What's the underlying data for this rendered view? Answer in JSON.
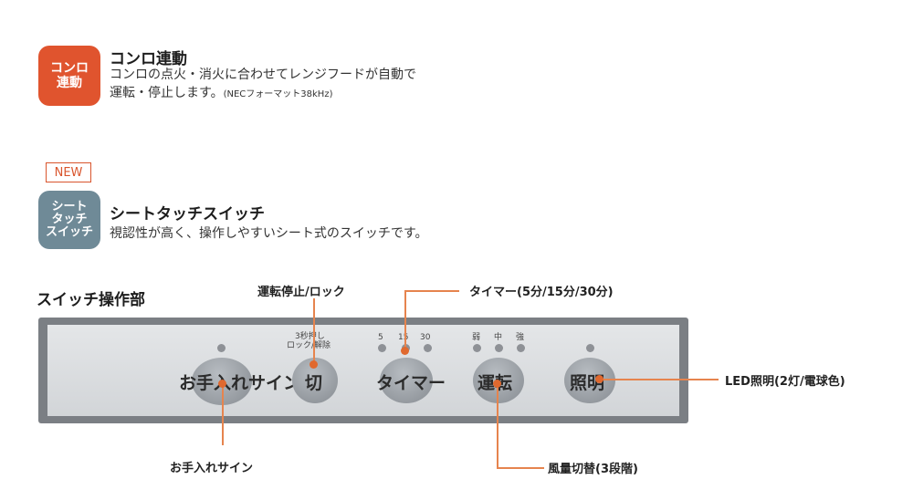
{
  "features": [
    {
      "badge_lines": [
        "コンロ",
        "連動"
      ],
      "title": "コンロ連動",
      "desc_line1": "コンロの点火・消火に合わせてレンジフードが自動で",
      "desc_line2": "運転・停止します。",
      "desc_note": "(NECフォーマット38kHz)",
      "color": "#e0542e"
    },
    {
      "new_tag": "NEW",
      "badge_lines": [
        "シート",
        "タッチ",
        "スイッチ"
      ],
      "title": "シートタッチスイッチ",
      "desc_line1": "視認性が高く、操作しやすいシート式のスイッチです。",
      "color": "#6f8a97"
    }
  ],
  "panel": {
    "section_title": "スイッチ操作部",
    "buttons": {
      "care_sign": "お手入れサイン",
      "off": "切",
      "timer": "タイマー",
      "run": "運転",
      "light": "照明"
    },
    "off_hint_line1": "3秒押し",
    "off_hint_line2": "ロック/解除",
    "timer_levels": [
      "5",
      "15",
      "30"
    ],
    "fan_levels": [
      "弱",
      "中",
      "強"
    ]
  },
  "callouts": {
    "run_stop_lock": "運転停止/ロック",
    "timer": "タイマー(5分/15分/30分)",
    "led_light": "LED照明(2灯/電球色)",
    "care_sign": "お手入れサイン",
    "fan_switch": "風量切替(3段階)"
  },
  "accent_color": "#e6844e"
}
